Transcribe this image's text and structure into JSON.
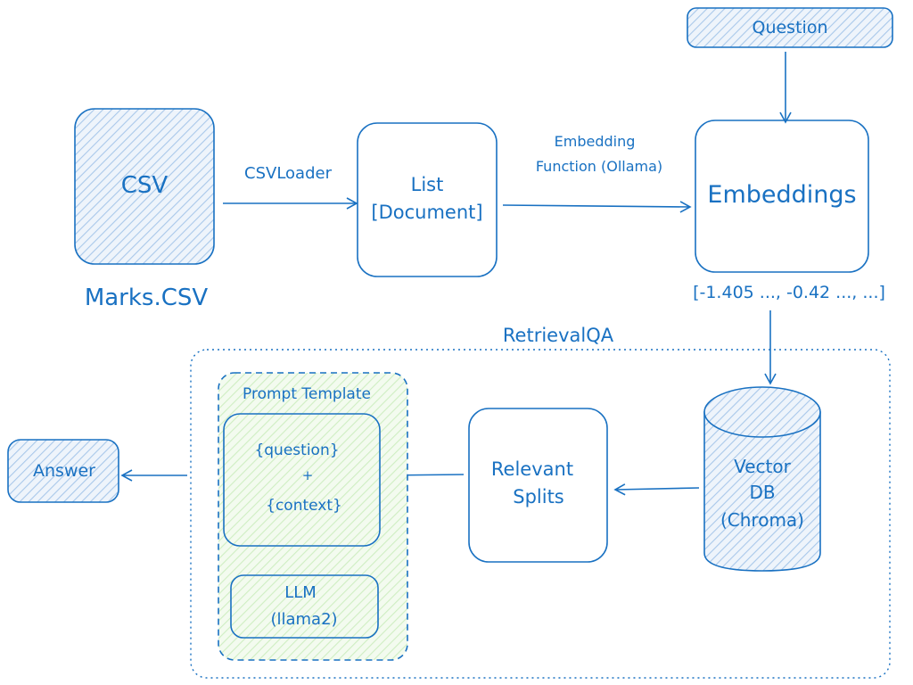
{
  "nodes": {
    "csv": "CSV",
    "csv_caption": "Marks.CSV",
    "list_line1": "List",
    "list_line2": "[Document]",
    "question": "Question",
    "embeddings": "Embeddings",
    "embeddings_caption": "[-1.405 ..., -0.42 ..., ...]",
    "vector_line1": "Vector",
    "vector_line2": "DB",
    "vector_line3": "(Chroma)",
    "splits_line1": "Relevant",
    "splits_line2": "Splits",
    "prompt_template": "Prompt Template",
    "prompt_question": "{question}",
    "prompt_plus": "+",
    "prompt_context": "{context}",
    "llm_line1": "LLM",
    "llm_line2": "(llama2)",
    "answer": "Answer",
    "retrieval_qa": "RetrievalQA"
  },
  "edges": {
    "csvloader": "CSVLoader",
    "embedding_fn_line1": "Embedding",
    "embedding_fn_line2": "Function (Ollama)"
  },
  "colors": {
    "stroke": "#1971c2",
    "fill_blue": "#dbe8f6",
    "fill_green": "#e6f5df"
  }
}
